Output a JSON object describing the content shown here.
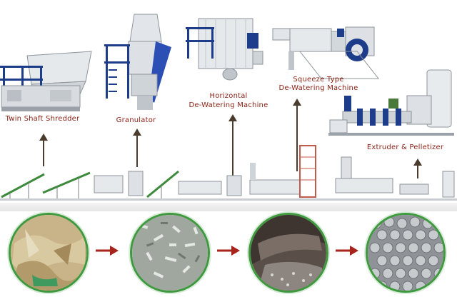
{
  "machines": [
    {
      "id": "shredder",
      "label": "Twin Shaft Shredder"
    },
    {
      "id": "granulator",
      "label": "Granulator"
    },
    {
      "id": "horizontal-dewatering",
      "label_line1": "Horizontal",
      "label_line2": "De-Watering Machine"
    },
    {
      "id": "squeeze-dewatering",
      "label_line1": "Squeeze Type",
      "label_line2": "De-Watering Machine"
    },
    {
      "id": "extruder",
      "label": "Extruder & Pelletizer"
    }
  ],
  "colors": {
    "label_text": "#8a1f12",
    "arrow_up": "#4a3b2c",
    "flow_arrow": "#a8231a",
    "circle_border": "#3f9a3f",
    "machine_body": "#dfe3e8",
    "machine_frame": "#1d3c8a"
  },
  "stages": [
    {
      "id": "raw-film",
      "icon": "crumpled-plastic-film"
    },
    {
      "id": "flakes",
      "icon": "shredded-flakes"
    },
    {
      "id": "washing",
      "icon": "washing-screw"
    },
    {
      "id": "pellets",
      "icon": "plastic-pellets"
    }
  ]
}
